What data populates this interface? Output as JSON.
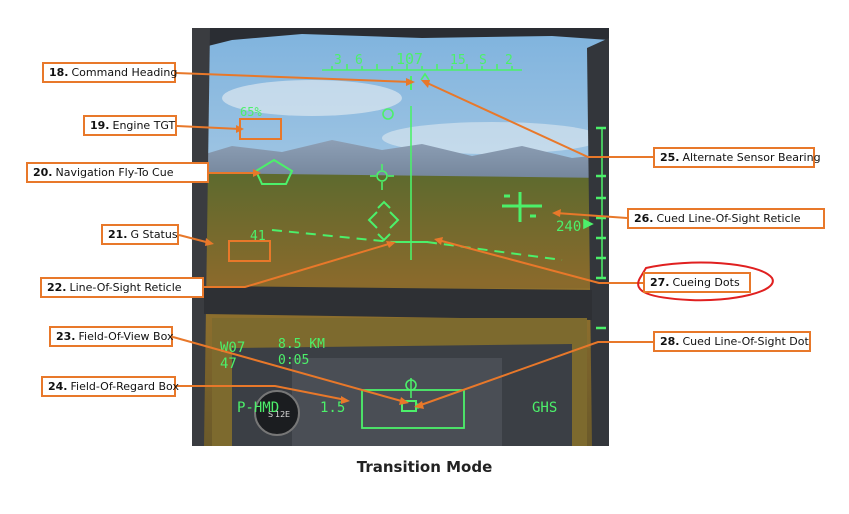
{
  "scene": {
    "hud": {
      "heading_tape": [
        "3",
        "6",
        "107",
        "15",
        "S",
        "2"
      ],
      "torque": "65%",
      "g_value": "41",
      "altitude": "240",
      "waypoint": "W07",
      "waypoint_sub": "47",
      "distance": "8.5 KM",
      "time": "0:05",
      "sight_mode": "P-HMD",
      "acquisition": "1.5",
      "status": "GHS"
    },
    "compass": [
      "S",
      "12",
      "E"
    ]
  },
  "labels": [
    {
      "num": "18.",
      "text": "Command Heading"
    },
    {
      "num": "19.",
      "text": "Engine TGT"
    },
    {
      "num": "20.",
      "text": "Navigation Fly-To Cue"
    },
    {
      "num": "21.",
      "text": "G Status"
    },
    {
      "num": "22.",
      "text": "Line-Of-Sight Reticle"
    },
    {
      "num": "23.",
      "text": "Field-Of-View Box"
    },
    {
      "num": "24.",
      "text": "Field-Of-Regard Box"
    },
    {
      "num": "25.",
      "text": "Alternate Sensor Bearing"
    },
    {
      "num": "26.",
      "text": "Cued Line-Of-Sight Reticle"
    },
    {
      "num": "27.",
      "text": "Cueing Dots"
    },
    {
      "num": "28.",
      "text": "Cued Line-Of-Sight Dot"
    }
  ],
  "caption": "Transition Mode",
  "colors": {
    "hud": "#4cf06a",
    "callout": "#e8782a",
    "highlight": "#e02020"
  }
}
